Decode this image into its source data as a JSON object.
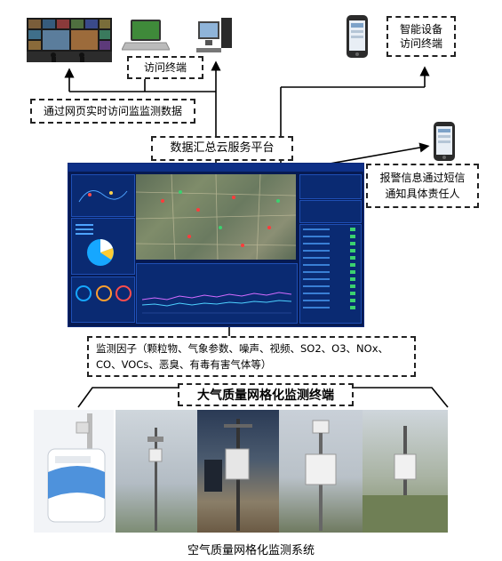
{
  "labels": {
    "smart_device": "智能设备\n访问终端",
    "access_terminal": "访问终端",
    "web_access": "通过网页实时访问监监测数据",
    "cloud_platform": "数据汇总云服务平台",
    "alarm_sms": "报警信息通过短信\n通知具体责任人",
    "factors_line1": "监测因子（颗粒物、气象参数、噪声、视频、SO2、O3、NOx、",
    "factors_line2": "CO、VOCs、恶臭、有毒有害气体等）",
    "grid_terminal": "大气质量网格化监测终端",
    "system_caption": "空气质量网格化监测系统"
  },
  "colors": {
    "dashboard_bg": "#061a52",
    "panel_bg": "#0a2a72",
    "accent_blue": "#1f4fb5",
    "line_dark": "#222222"
  },
  "icons": [
    "video-wall-icon",
    "laptop-icon",
    "desktop-computer-icon",
    "smartphone-icon",
    "smartphone-alert-icon",
    "monitoring-station-icon"
  ]
}
